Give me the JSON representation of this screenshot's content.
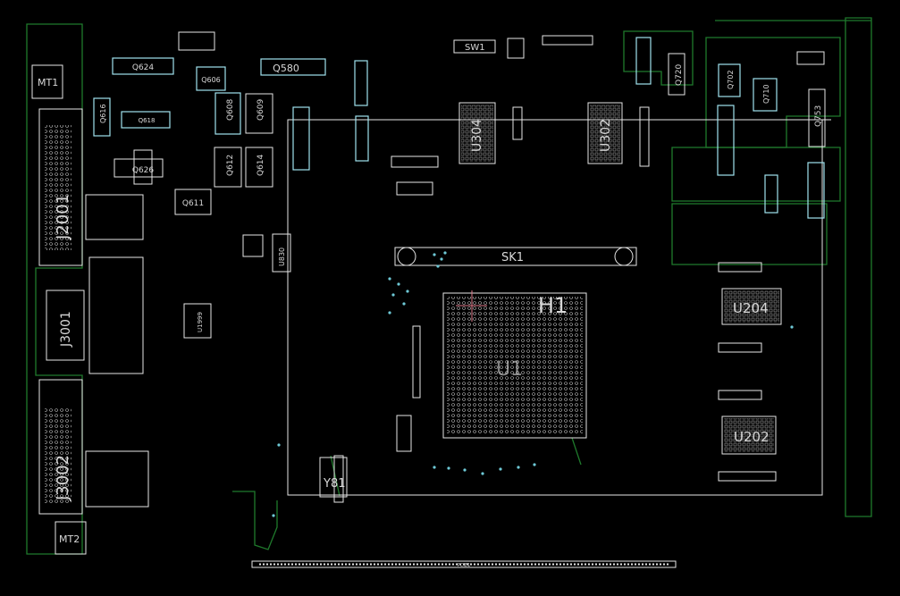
{
  "board": {
    "background": "#000000",
    "silk_color": "#e6e6e6",
    "outline_color": "#1f7a2c",
    "highlight_color": "#9fe3ee",
    "via_color": "#6ec9d6",
    "marker_color": "#e07a8a"
  },
  "labels": {
    "mt1": "MT1",
    "mt2": "MT2",
    "sw1": "SW1",
    "sk1": "SK1",
    "h1": "H1",
    "y81": "Y81",
    "u304": "U304",
    "u302": "U302",
    "u204": "U204",
    "u202": "U202",
    "u830": "U830",
    "u1999": "U1999",
    "j3001": "J3001",
    "j2001": "J2001",
    "j3002": "J3002",
    "q612": "Q612",
    "q614": "Q614",
    "q616": "Q616",
    "q618": "Q618",
    "q609": "Q609",
    "q608": "Q608",
    "q611": "Q611",
    "q606": "Q606",
    "q624": "Q624",
    "q626": "Q626",
    "q580": "Q580",
    "q720": "Q720",
    "q702": "Q702",
    "q710": "Q710",
    "q753": "Q753",
    "u1": "U1",
    "pcie": "PCIE1"
  }
}
